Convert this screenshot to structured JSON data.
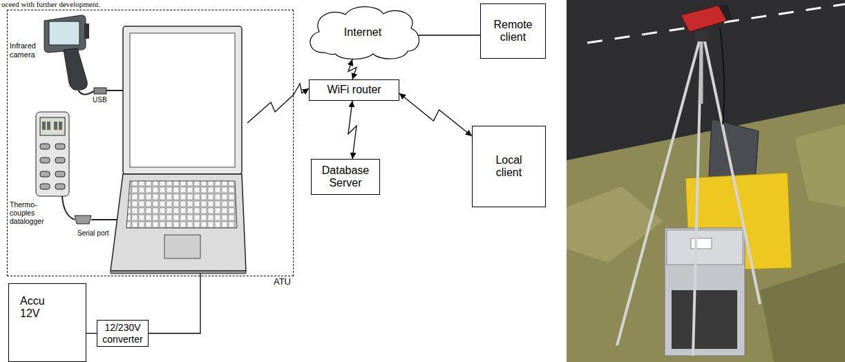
{
  "diagram": {
    "nodes": [
      {
        "text": [
          "ATU"
        ]
      },
      {
        "text": [
          "Internet"
        ]
      },
      {
        "text": [
          "Remote client"
        ]
      },
      {
        "text": [
          "WiFi router"
        ]
      },
      {
        "text": [
          "Local client"
        ]
      },
      {
        "text": [
          "Database Server"
        ]
      },
      {
        "text": [
          "Accu 12V"
        ]
      },
      {
        "text": [
          "12/230V converter"
        ]
      }
    ],
    "edges": [
      {
        "from": 1,
        "to": 3,
        "arrow": "both"
      },
      {
        "from": 1,
        "to": 2,
        "arrow": "none"
      },
      {
        "from": 0,
        "to": 3,
        "arrow": "to"
      },
      {
        "from": 3,
        "to": 4,
        "arrow": "both"
      },
      {
        "from": 3,
        "to": 5,
        "arrow": "both"
      },
      {
        "from": 6,
        "to": 7,
        "arrow": "none"
      },
      {
        "from": 7,
        "to": 0,
        "arrow": "none"
      }
    ],
    "labels": [
      "oceed with further development.",
      "Infrared camera",
      "USB",
      "Thermo- couples datalogger",
      "Serial port"
    ]
  }
}
